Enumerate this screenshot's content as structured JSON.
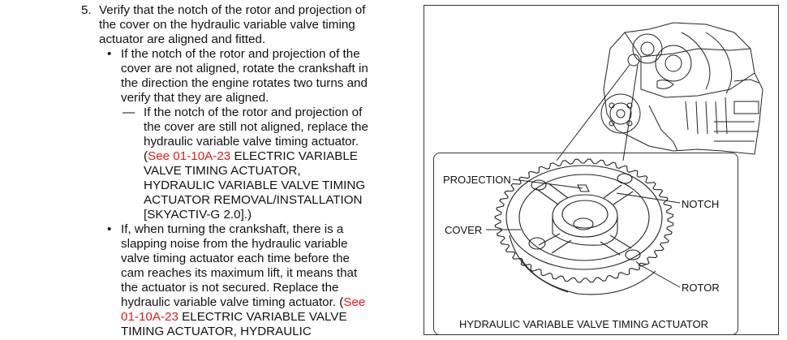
{
  "step": {
    "number": "5.",
    "lines": [
      "Verify that the notch of the rotor and projection of",
      "the cover on the hydraulic variable valve timing",
      "actuator are aligned and fitted."
    ]
  },
  "bullet1": {
    "marker": "•",
    "lines": [
      "If the notch of the rotor and projection of the",
      "cover are not aligned, rotate the crankshaft in",
      "the direction the engine rotates two turns and",
      "verify that they are aligned."
    ]
  },
  "dash1": {
    "marker": "—",
    "lines": [
      "If the notch of the rotor and projection of",
      "the cover are still not aligned, replace the",
      "hydraulic variable valve timing actuator."
    ],
    "ref_open": "(",
    "ref_link": "See 01-10A-23",
    "ref_lines": [
      " ELECTRIC VARIABLE",
      "VALVE TIMING ACTUATOR,",
      "HYDRAULIC VARIABLE VALVE TIMING",
      "ACTUATOR REMOVAL/INSTALLATION",
      "[SKYACTIV-G 2.0].)"
    ]
  },
  "bullet2": {
    "marker": "•",
    "lines": [
      "If, when turning the crankshaft, there is a",
      "slapping noise from the hydraulic variable",
      "valve timing actuator each time before the",
      "cam reaches its maximum lift, it means that",
      "the actuator is not secured. Replace the"
    ],
    "last_line_text": "hydraulic variable valve timing actuator. (",
    "last_line_link": "See",
    "cont_link": "01-10A-23",
    "cont_text": " ELECTRIC VARIABLE VALVE",
    "final_line": "TIMING ACTUATOR, HYDRAULIC"
  },
  "figure": {
    "labels": {
      "projection": "PROJECTION",
      "cover": "COVER",
      "notch": "NOTCH",
      "rotor": "ROTOR"
    },
    "caption": "HYDRAULIC VARIABLE VALVE TIMING ACTUATOR"
  }
}
